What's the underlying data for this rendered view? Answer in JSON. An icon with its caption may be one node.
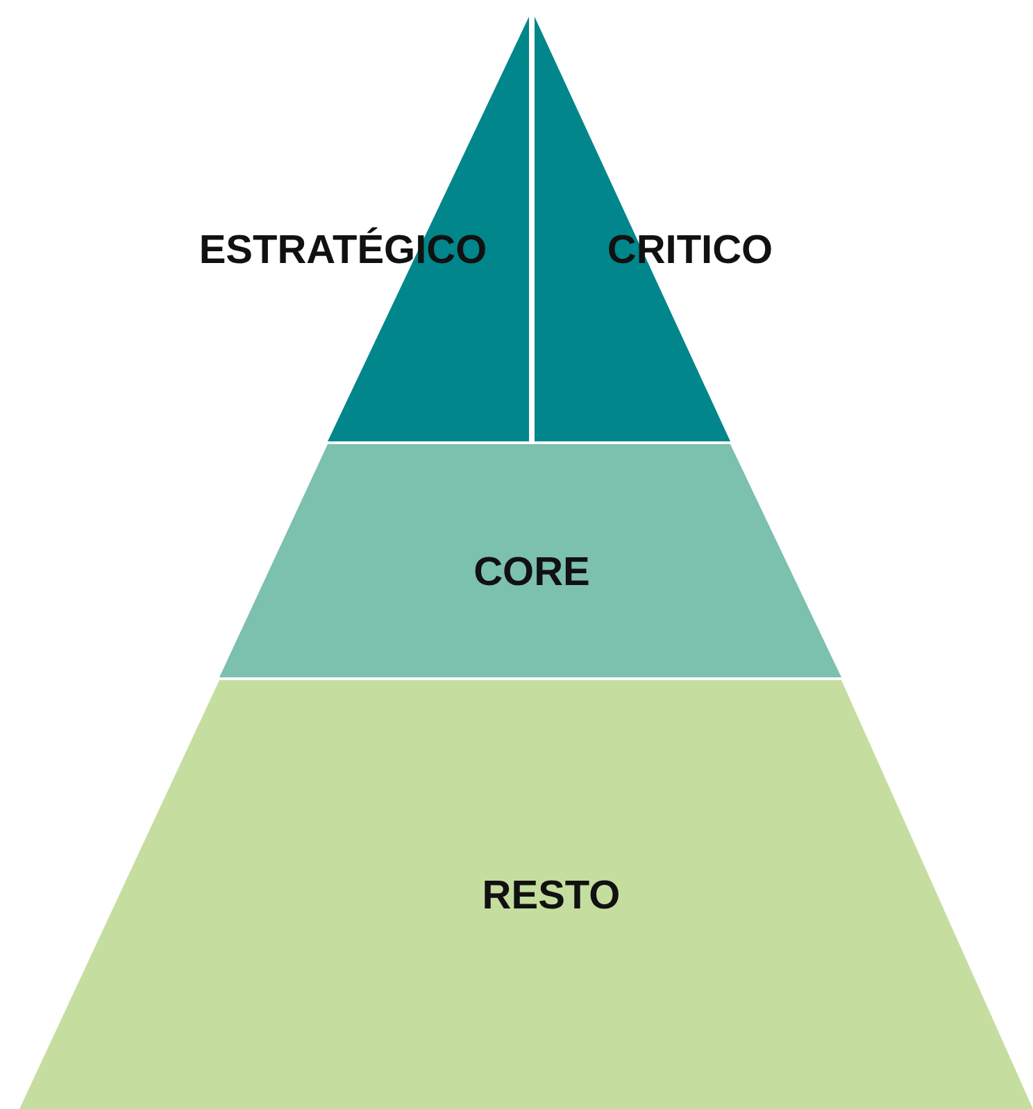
{
  "diagram": {
    "nodes": [
      {
        "text": [
          "ESTRATÉGICO"
        ]
      },
      {
        "text": [
          "CRITICO"
        ]
      },
      {
        "text": [
          "CORE"
        ]
      },
      {
        "text": [
          "RESTO"
        ]
      }
    ]
  }
}
